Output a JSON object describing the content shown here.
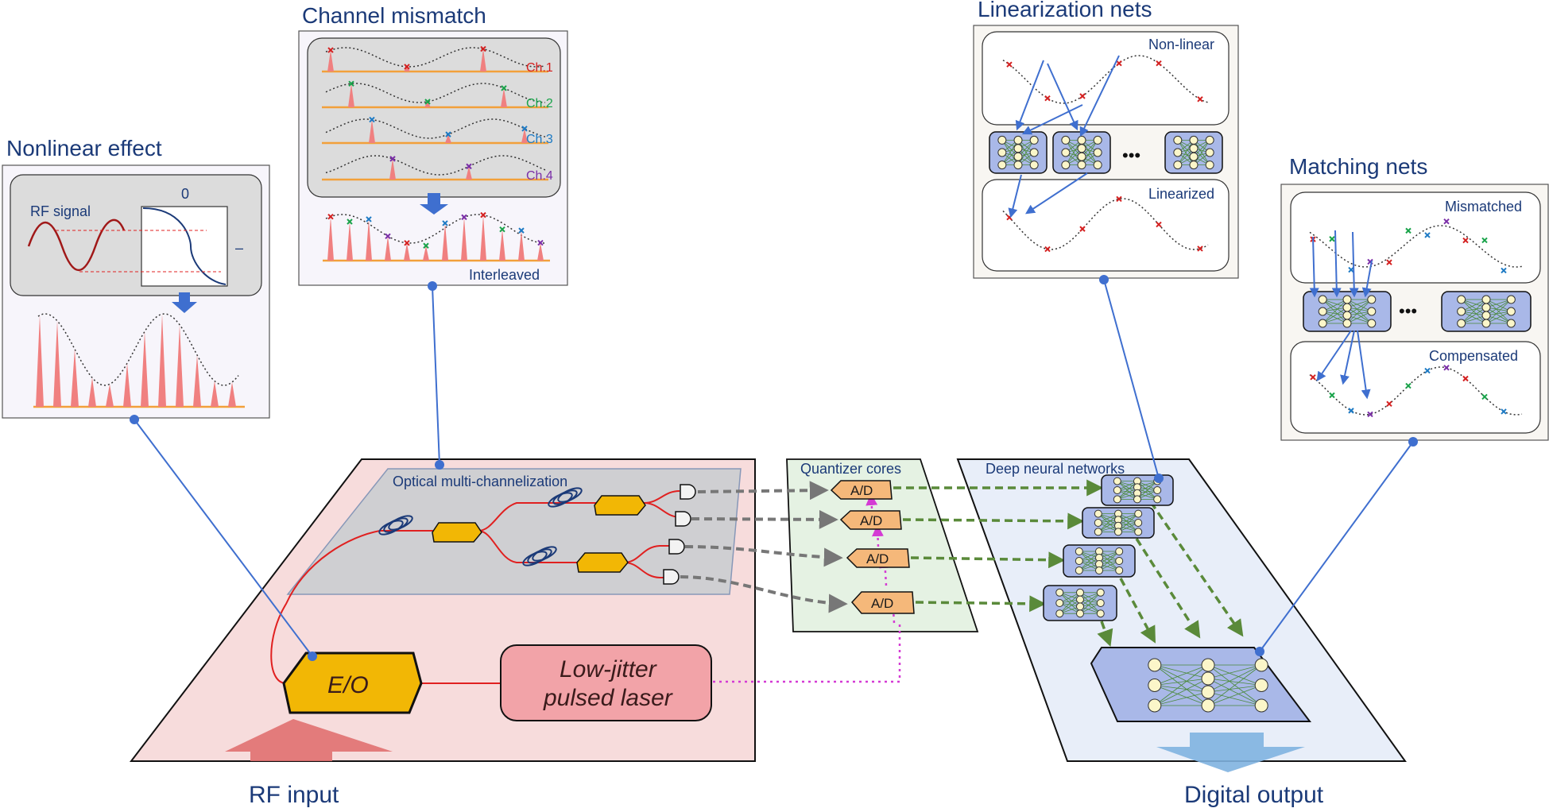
{
  "panels": {
    "nonlinear_effect": {
      "title": "Nonlinear effect",
      "rf_signal": "RF signal",
      "zero_label": "0",
      "minus_label": "–"
    },
    "channel_mismatch": {
      "title": "Channel mismatch",
      "channels": [
        "Ch.1",
        "Ch.2",
        "Ch.3",
        "Ch.4"
      ],
      "channel_colors": [
        "#d42020",
        "#19a34a",
        "#1d7ac4",
        "#7b2fa8"
      ],
      "interleaved": "Interleaved"
    },
    "linearization_nets": {
      "title": "Linearization nets",
      "top": "Non-linear",
      "bottom": "Linearized",
      "ellipsis": "•••"
    },
    "matching_nets": {
      "title": "Matching nets",
      "top": "Mismatched",
      "bottom": "Compensated",
      "ellipsis": "•••"
    }
  },
  "system": {
    "optical": "Optical multi-channelization",
    "quantizer": "Quantizer cores",
    "dnn": "Deep neural networks",
    "eo": "E/O",
    "laser_line1": "Low-jitter",
    "laser_line2": "pulsed laser",
    "ad_labels": [
      "A/D",
      "A/D",
      "A/D",
      "A/D"
    ],
    "rf_input": "RF input",
    "digital_output": "Digital output"
  },
  "colors": {
    "accent": "#1b3a78",
    "connector": "#3f6fcf",
    "modulator": "#f2b705",
    "laser": "#f2a3a8",
    "adc": "#f5b87a",
    "nn": "#a9b8e8",
    "pulse": "#f08080"
  }
}
